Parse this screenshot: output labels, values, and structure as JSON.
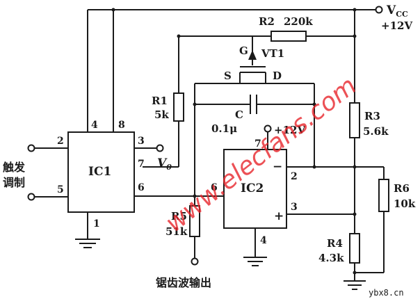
{
  "supply": {
    "vcc": "V",
    "vcc_sub": "CC",
    "voltage": "+12V",
    "pin_supply": "+12V"
  },
  "ic1": {
    "name": "IC1",
    "pins": {
      "p2": "2",
      "p5": "5",
      "p4": "4",
      "p8": "8",
      "p3": "3",
      "p7": "7",
      "p6": "6",
      "p1": "1"
    },
    "v0": "V",
    "v0_sub": "0"
  },
  "ic2": {
    "name": "IC2",
    "pins": {
      "p6": "6",
      "p7": "7",
      "p2": "2",
      "p3": "3",
      "p4": "4"
    },
    "minus": "−",
    "plus": "+"
  },
  "r1": {
    "name": "R1",
    "value": "5k"
  },
  "r2": {
    "name": "R2",
    "value": "220k"
  },
  "r3": {
    "name": "R3",
    "value": "5.6k"
  },
  "r4": {
    "name": "R4",
    "value": "4.3k"
  },
  "r5": {
    "name": "R5",
    "value": "51k"
  },
  "r6": {
    "name": "R6",
    "value": "10k"
  },
  "c": {
    "name": "C",
    "value": "0.1μ"
  },
  "vt1": {
    "name": "VT1",
    "g": "G",
    "s": "S",
    "d": "D"
  },
  "input": {
    "line1": "触发",
    "line2": "调制"
  },
  "output": {
    "label": "锯齿波输出"
  },
  "watermark": {
    "text": "www.elecfans.com",
    "source": "ybx8.cn"
  }
}
